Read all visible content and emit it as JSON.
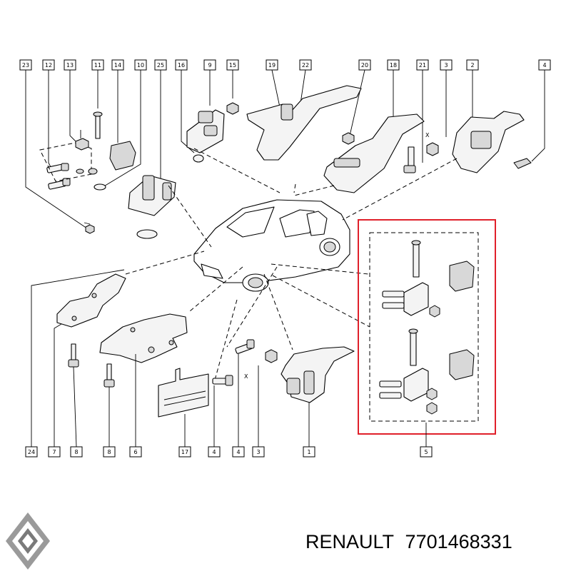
{
  "callouts_top": [
    "23",
    "12",
    "13",
    "11",
    "14",
    "10",
    "25",
    "16",
    "9",
    "15",
    "19",
    "22",
    "20",
    "18",
    "21",
    "3",
    "2",
    "4"
  ],
  "callouts_bottom": [
    "24",
    "7",
    "8",
    "8",
    "6",
    "17",
    "4",
    "4",
    "3",
    "1",
    "5"
  ],
  "caption": {
    "brand": "RENAULT",
    "part_number": "7701468331"
  },
  "highlight_color": "#e0202a",
  "logo_icon": "renault-diamond-logo"
}
